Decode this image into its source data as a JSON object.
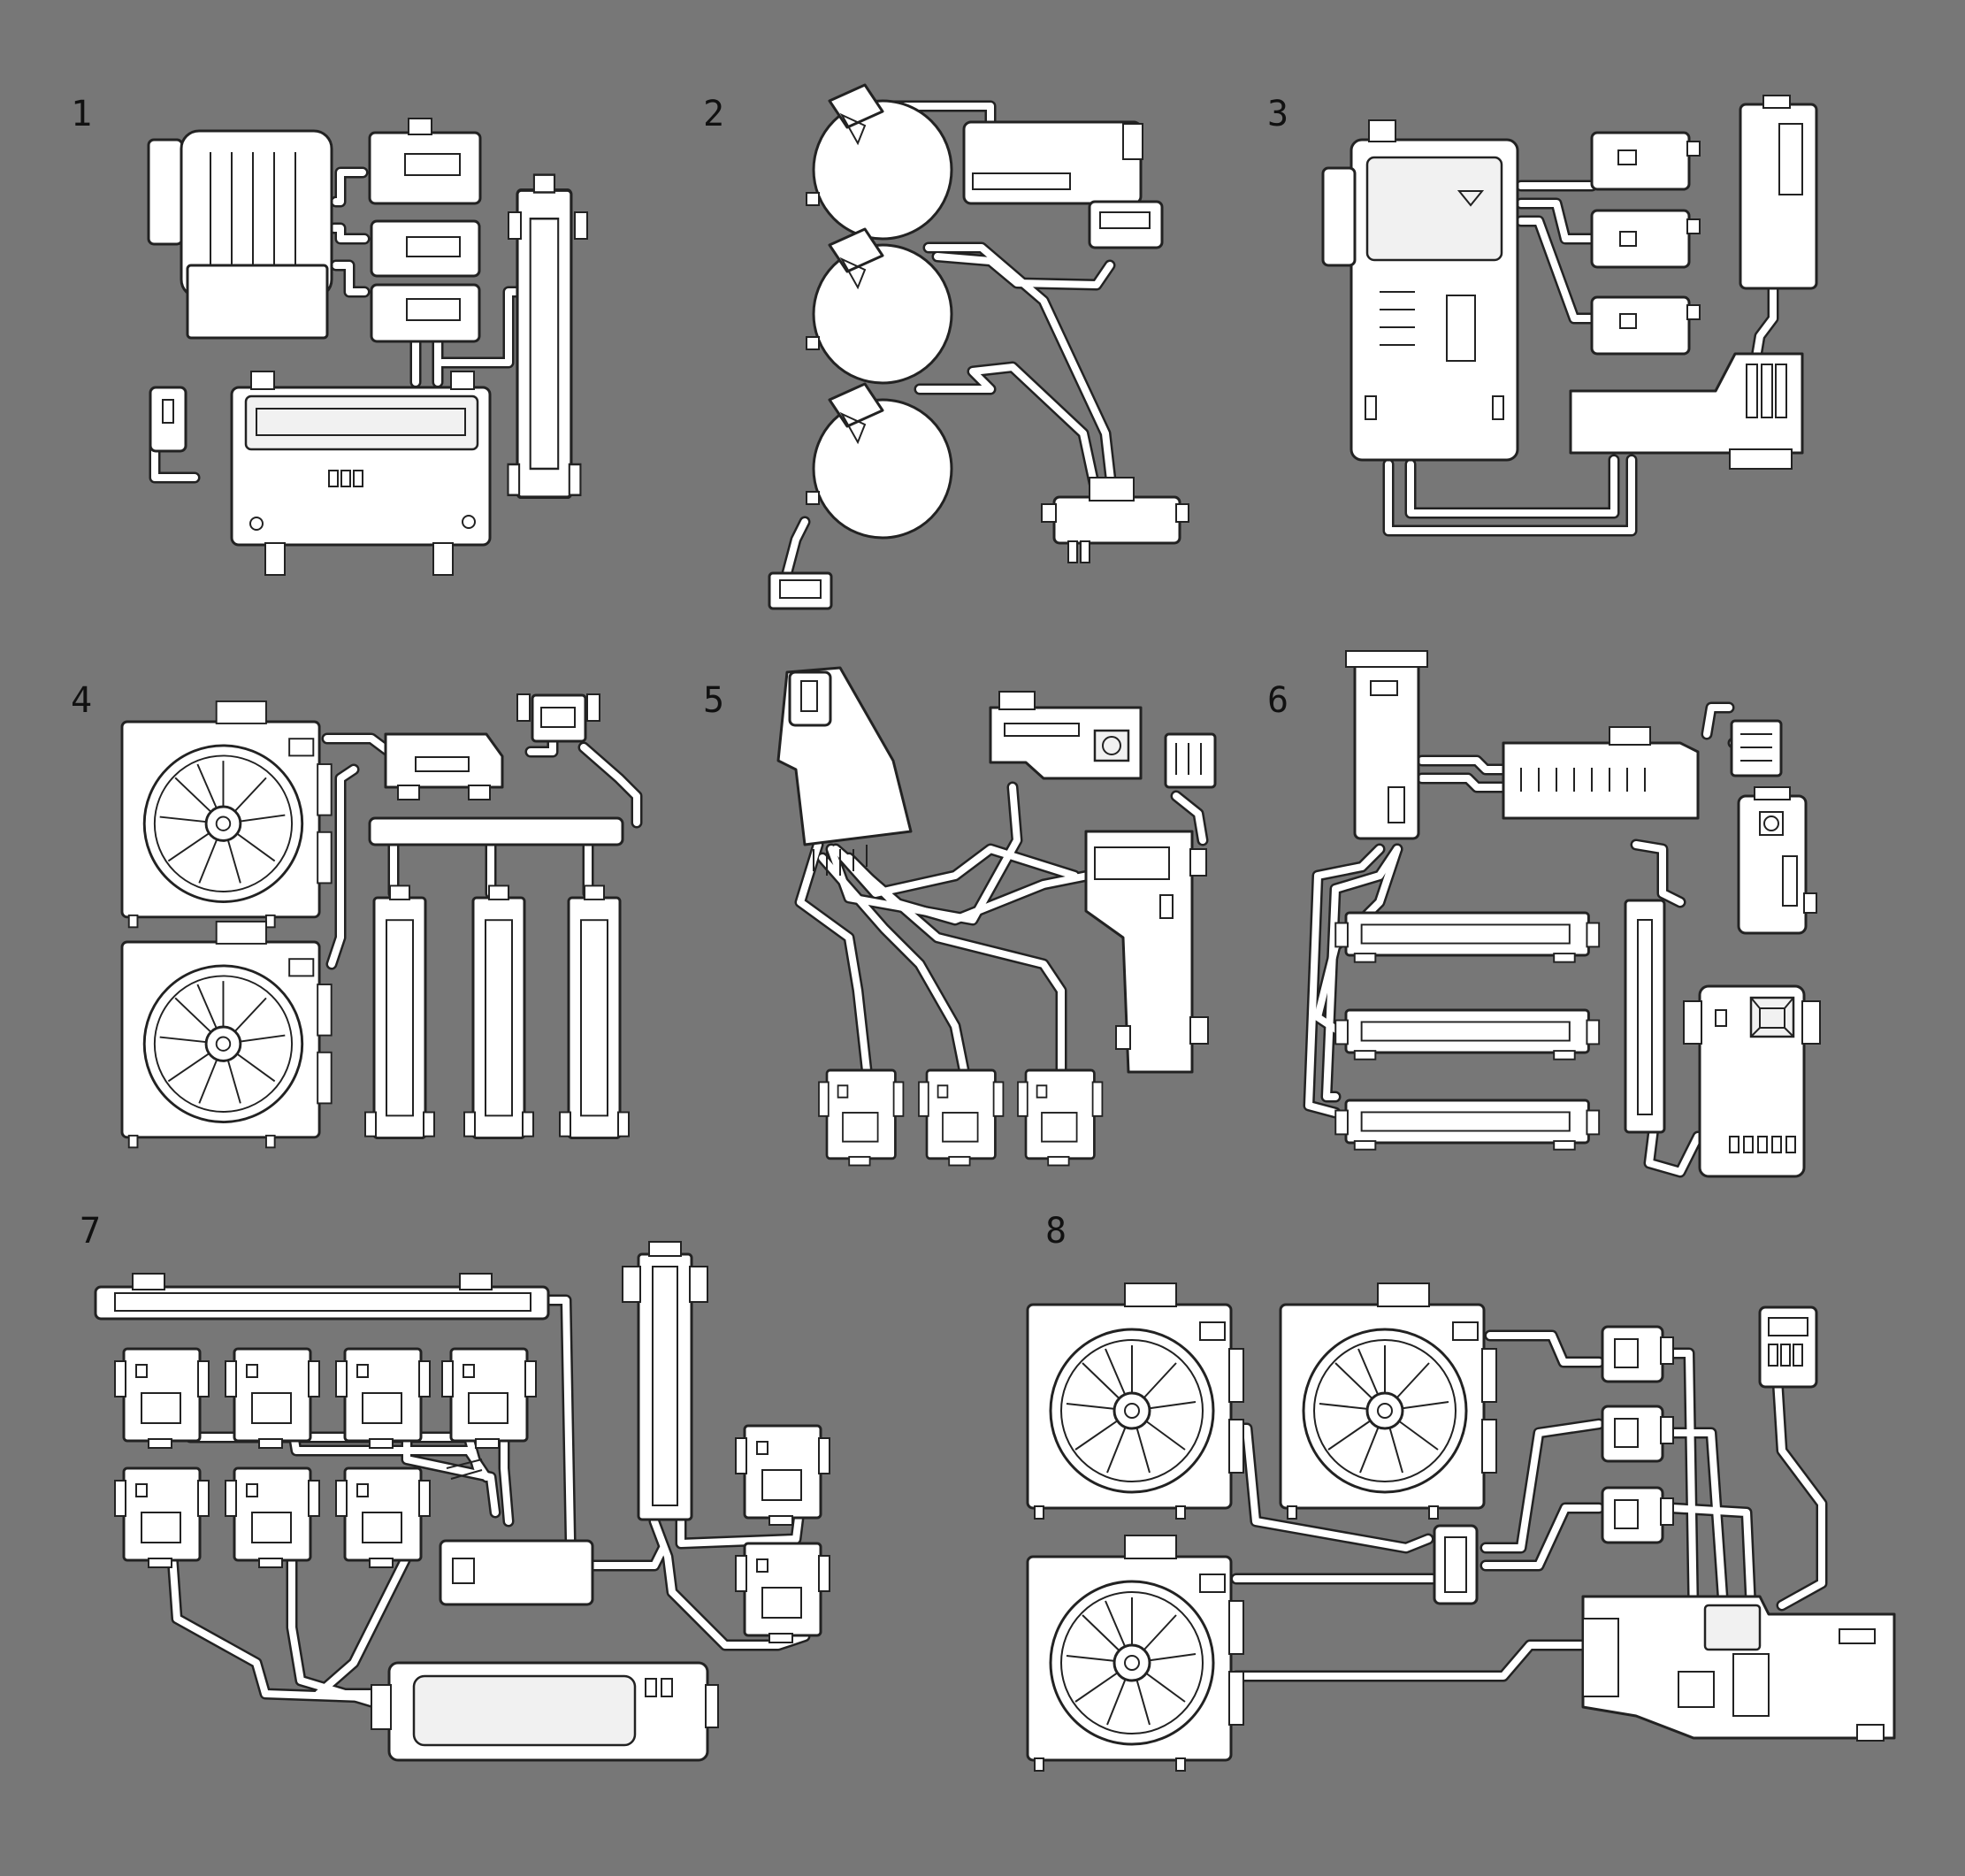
{
  "colors": {
    "background": "#777777",
    "ink": "#222222",
    "paper": "#ffffff"
  },
  "groups": [
    {
      "id": "g1",
      "label": "1"
    },
    {
      "id": "g2",
      "label": "2"
    },
    {
      "id": "g3",
      "label": "3"
    },
    {
      "id": "g4",
      "label": "4"
    },
    {
      "id": "g5",
      "label": "5"
    },
    {
      "id": "g6",
      "label": "6"
    },
    {
      "id": "g7",
      "label": "7"
    },
    {
      "id": "g8",
      "label": "8"
    }
  ]
}
